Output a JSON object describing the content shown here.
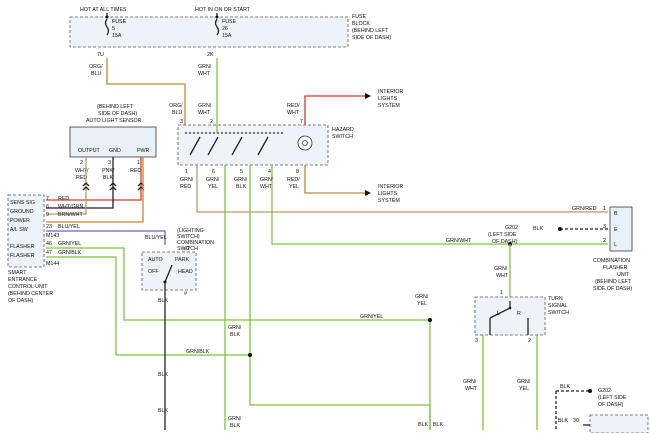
{
  "fuse_block": {
    "hot_at_all_times": "HOT AT ALL TIMES",
    "hot_in_on_or_start": "HOT IN ON OR START",
    "fuse5_name": "FUSE",
    "fuse5_num": "5",
    "fuse5_amp": "15A",
    "fuse26_name": "FUSE",
    "fuse26_num": "26",
    "fuse26_amp": "15A",
    "title_1": "FUSE",
    "title_2": "BLOCK",
    "title_3": "(BEHIND LEFT",
    "title_4": "SIDE OF DASH)",
    "pin_7u": "7U",
    "pin_2k": "2K"
  },
  "wires": {
    "org_blu": [
      "ORG/",
      "BLU"
    ],
    "grn_wht": [
      "GRN/",
      "WHT"
    ],
    "org_blu_2": [
      "ORG/",
      "BLU"
    ],
    "grn_wht_2": [
      "GRN/",
      "WHT"
    ],
    "red_wht": [
      "RED/",
      "WHT"
    ],
    "grn_red": [
      "GRN/",
      "RED"
    ],
    "grn_yel": [
      "GRN/",
      "YEL"
    ],
    "grn_blk": [
      "GRN/",
      "BLK"
    ],
    "grn_wht_3": [
      "GRN/",
      "WHT"
    ],
    "red_yel": [
      "RED/",
      "YEL"
    ],
    "wht_red": [
      "WHT/",
      "RED"
    ],
    "pnk_blk": [
      "PNK/",
      "BLK"
    ],
    "red": "RED",
    "grn_red_h": "GRN/RED",
    "grn_wht_h": "GRN/WHT",
    "grn_yel_h": "GRN/YEL",
    "grn_blk_h": "GRN/BLK",
    "blk_1": "BLK",
    "blk_2": "BLK",
    "blk_3": "BLK",
    "blk_4": "BLK",
    "blk_5": "BLK",
    "grn_yel_b": [
      "GRN/",
      "YEL"
    ],
    "grn_blk_b": [
      "GRN/",
      "BLK"
    ],
    "grn_wht_b": [
      "GRN/",
      "WHT"
    ],
    "grn_blk_low": [
      "GRN/",
      "BLK"
    ],
    "grn_yel_r": [
      "GRN/",
      "YEL"
    ],
    "grn_wht_r": [
      "GRN/",
      "WHT"
    ],
    "blu_yel": "BLU/YEL",
    "grn_blk_end": "GRN/",
    "grn_yel_end": "GRN/"
  },
  "hazard": {
    "title": [
      "HAZARD",
      "SWITCH"
    ],
    "pins_top": [
      "3",
      "2",
      "7"
    ],
    "pins_bottom": [
      "1",
      "6",
      "5",
      "4",
      "8"
    ]
  },
  "interior_lights_1": [
    "INTERIOR",
    "LIGHTS",
    "SYSTEM"
  ],
  "interior_lights_2": [
    "INTERIOR",
    "LIGHTS",
    "SYSTEM"
  ],
  "auto_light_sensor": {
    "label": [
      "(BEHIND LEFT",
      "SIDE OF DASH)",
      "AUTO LIGHT SENSOR"
    ],
    "terms": [
      "OUTPUT",
      "GND",
      "PWR"
    ],
    "pins": [
      "2",
      "3",
      "1"
    ]
  },
  "smart_unit": {
    "rows": [
      "SENS SIG",
      "GROUND",
      "POWER",
      "A/L SW",
      "FLASHER",
      "FLASHER"
    ],
    "pins": [
      "7",
      "6",
      "9",
      "23",
      "46",
      "47"
    ],
    "wires": [
      "RED",
      "WHT/GRN",
      "BRN/WHT",
      "BLU/YEL",
      "GRN/YEL",
      "GRN/BLK"
    ],
    "conn_top": "M143",
    "conn_bot": "M144",
    "name": [
      "SMART",
      "ENTRANCE",
      "CONTROL UNIT",
      "(BEHIND CENTER",
      "OF DASH)"
    ]
  },
  "lighting_switch": {
    "label": [
      "(LIGHTING",
      "SWITCH)",
      "COMBINATION",
      "SWITCH"
    ],
    "pin_top": "#2",
    "pin_bot": "#",
    "auto": "AUTO",
    "off": "OFF",
    "park": "PARK",
    "head": "HEAD"
  },
  "flasher": {
    "pins": [
      "1",
      "3",
      "2"
    ],
    "letters": [
      "B",
      "E",
      "L"
    ],
    "name": [
      "COMBINATION",
      "FLASHER",
      "UNIT",
      "(BEHIND LEFT",
      "SIDE OF DASH)"
    ]
  },
  "g202": {
    "label": [
      "G202",
      "(LEFT SIDE",
      "OF DASH)"
    ],
    "wire": "BLK"
  },
  "g202_b": {
    "label": [
      "G202",
      "(LEFT SIDE",
      "OF DASH)"
    ],
    "wire": "BLK",
    "wire2": "BLK",
    "pin": "30"
  },
  "turn_switch": {
    "label": [
      "TURN",
      "SIGNAL",
      "SWITCH"
    ],
    "pins": [
      "1",
      "3",
      "2"
    ],
    "l": "L",
    "r": "R"
  }
}
